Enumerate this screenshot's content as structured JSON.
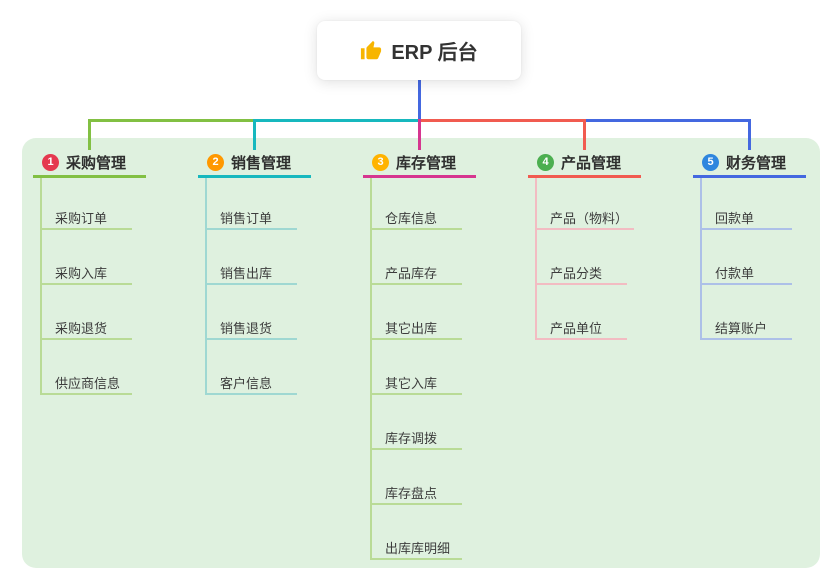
{
  "root": {
    "title": "ERP 后台",
    "icon": "thumbs-up-icon",
    "icon_color": "#f7b500"
  },
  "colors": {
    "canvas_bg": "#ffffff",
    "panel_bg": "#dff1df",
    "root_connector": "#4468e0",
    "root_text": "#333333",
    "branch_text": "#2f2f2f",
    "child_text": "#3d3d3d"
  },
  "branches": [
    {
      "label": "采购管理",
      "badge": "1",
      "badge_color": "#e5394f",
      "line_color": "#82c043",
      "child_line_color": "#b9db96",
      "children": [
        "采购订单",
        "采购入库",
        "采购退货",
        "供应商信息"
      ]
    },
    {
      "label": "销售管理",
      "badge": "2",
      "badge_color": "#ff9800",
      "line_color": "#17b8be",
      "child_line_color": "#9fd8d2",
      "children": [
        "销售订单",
        "销售出库",
        "销售退货",
        "客户信息"
      ]
    },
    {
      "label": "库存管理",
      "badge": "3",
      "badge_color": "#ffb300",
      "line_color": "#d6368f",
      "child_line_color": "#b9db96",
      "children": [
        "仓库信息",
        "产品库存",
        "其它出库",
        "其它入库",
        "库存调拨",
        "库存盘点",
        "出库库明细"
      ]
    },
    {
      "label": "产品管理",
      "badge": "4",
      "badge_color": "#4caf50",
      "line_color": "#f15b50",
      "child_line_color": "#f2bcc2",
      "children": [
        "产品（物料）",
        "产品分类",
        "产品单位"
      ]
    },
    {
      "label": "财务管理",
      "badge": "5",
      "badge_color": "#2e86de",
      "line_color": "#4468e0",
      "child_line_color": "#adc0e8",
      "children": [
        "回款单",
        "付款单",
        "结算账户"
      ]
    }
  ]
}
